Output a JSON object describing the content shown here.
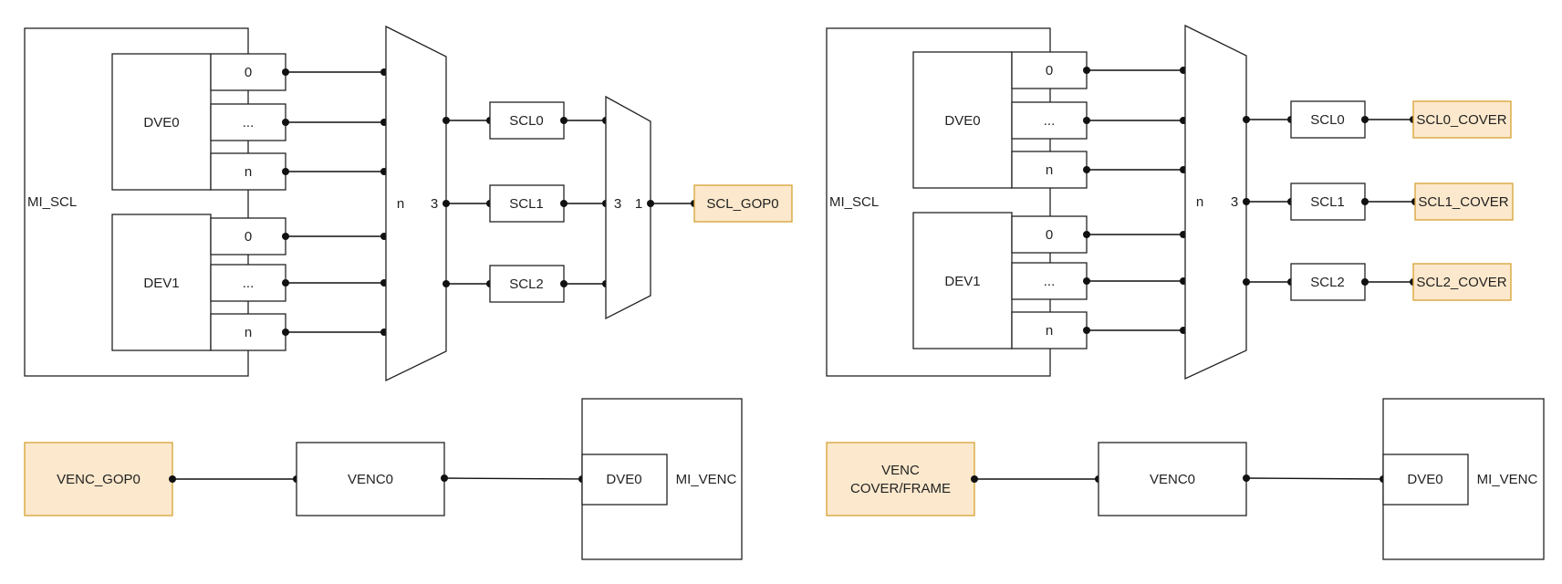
{
  "diagrams": [
    {
      "container": "MI_SCL",
      "groups": [
        {
          "name": "DVE0",
          "ports": [
            "0",
            "...",
            "n"
          ]
        },
        {
          "name": "DEV1",
          "ports": [
            "0",
            "...",
            "n"
          ]
        }
      ],
      "mux": {
        "in_label": "n",
        "out_label": "3"
      },
      "scalers": [
        "SCL0",
        "SCL1",
        "SCL2"
      ],
      "merge": {
        "in_label": "3",
        "out_label": "1"
      },
      "outputs": [
        "SCL_GOP0"
      ],
      "source": "VENC_GOP0",
      "encoder": "VENC0",
      "sink": {
        "container": "MI_VENC",
        "inner": "DVE0"
      }
    },
    {
      "container": "MI_SCL",
      "groups": [
        {
          "name": "DVE0",
          "ports": [
            "0",
            "...",
            "n"
          ]
        },
        {
          "name": "DEV1",
          "ports": [
            "0",
            "...",
            "n"
          ]
        }
      ],
      "mux": {
        "in_label": "n",
        "out_label": "3"
      },
      "scalers": [
        "SCL0",
        "SCL1",
        "SCL2"
      ],
      "merge": null,
      "outputs": [
        "SCL0_COVER",
        "SCL1_COVER",
        "SCL2_COVER"
      ],
      "source": "VENC COVER/FRAME",
      "encoder": "VENC0",
      "sink": {
        "container": "MI_VENC",
        "inner": "DVE0"
      }
    }
  ],
  "colors": {
    "highlight_fill": "#fce8cc",
    "highlight_stroke": "#d6a233",
    "line": "#111111"
  }
}
